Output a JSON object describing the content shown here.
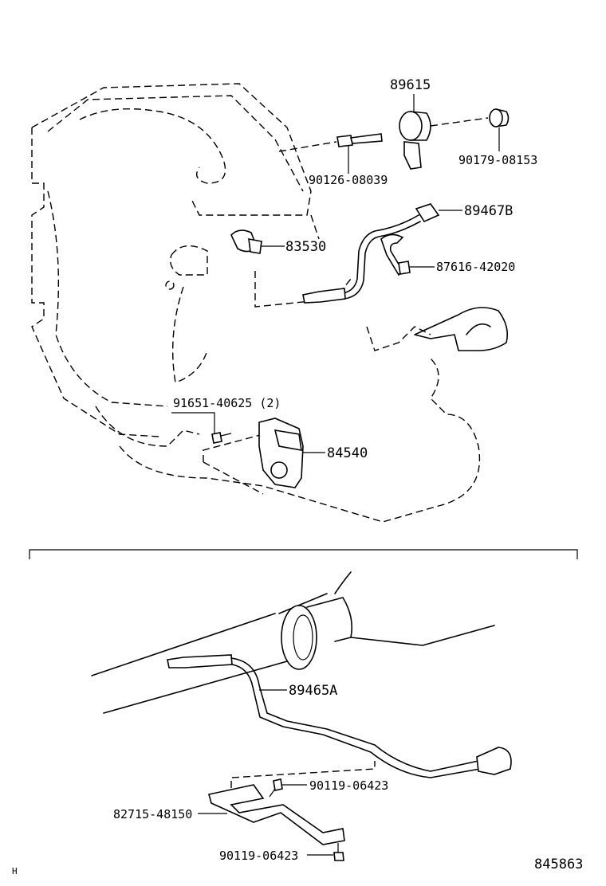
{
  "diagram": {
    "figure_number": "845863",
    "corner_mark": "H",
    "parts": [
      {
        "label": "89615"
      },
      {
        "label": "90179-08153"
      },
      {
        "label": "90126-08039"
      },
      {
        "label": "89467B"
      },
      {
        "label": "83530"
      },
      {
        "label": "87616-42020"
      },
      {
        "label": "91651-40625 (2)"
      },
      {
        "label": "84540"
      },
      {
        "label": "89465A"
      },
      {
        "label": "90119-06423"
      },
      {
        "label": "82715-48150"
      },
      {
        "label": "90119-06423"
      }
    ]
  }
}
